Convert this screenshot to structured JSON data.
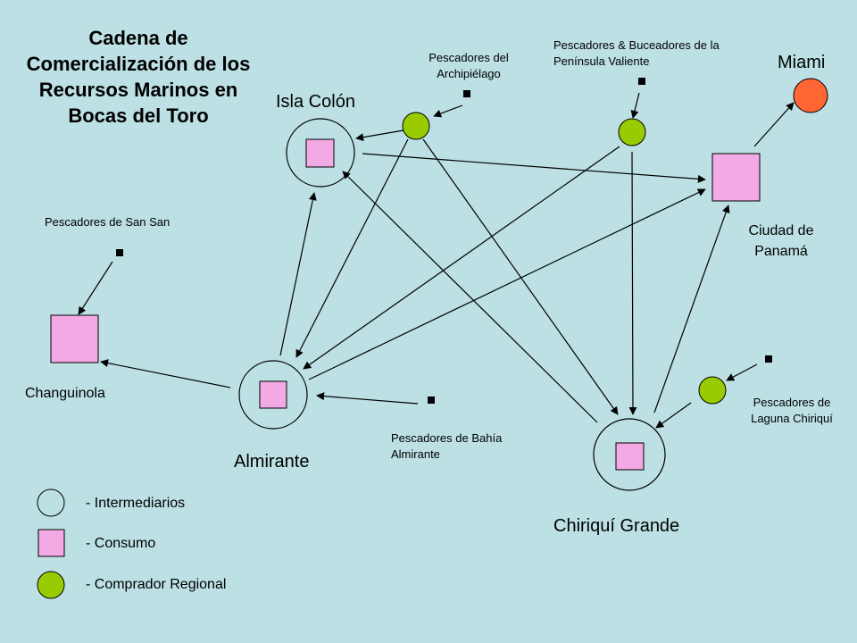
{
  "title": "Cadena de Comercialización de los Recursos Marinos en Bocas del Toro",
  "nodes": {
    "isla_colon": "Isla Colón",
    "almirante": "Almirante",
    "chiriqui_grande": "Chiriquí Grande",
    "changuinola": "Changuinola",
    "ciudad_panama": "Ciudad de Panamá",
    "miami": "Miami"
  },
  "sources": {
    "archipielago": "Pescadores del Archipiélago",
    "peninsula": "Pescadores & Buceadores de la Península Valiente",
    "san_san": "Pescadores de San San",
    "bahia_almirante": "Pescadores de Bahía Almirante",
    "laguna_chiriqui": "Pescadores de Laguna Chiriquí"
  },
  "legend": {
    "intermediarios": "-  Intermediarios",
    "consumo": "-  Consumo",
    "comprador_regional": "-  Comprador Regional"
  },
  "colors": {
    "background": "#bce0e4",
    "consumo": "#f2a9e4",
    "comprador_regional": "#99cc00",
    "miami": "#ff6633"
  }
}
